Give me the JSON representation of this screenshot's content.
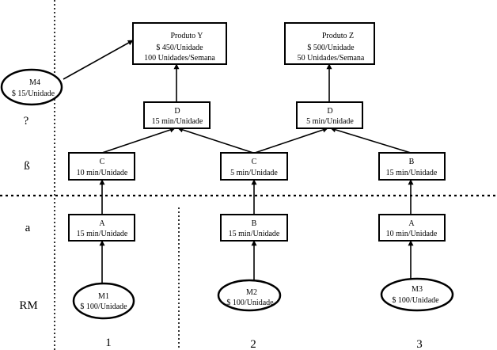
{
  "products": {
    "y": {
      "title": "Produto Y",
      "price": "$ 450/Unidade",
      "demand": "100 Unidades/Semana"
    },
    "z": {
      "title": "Produto Z",
      "price": "$ 500/Unidade",
      "demand": "50 Unidades/Semana"
    }
  },
  "ops": {
    "d1": {
      "name": "D",
      "time": "15 min/Unidade"
    },
    "d2": {
      "name": "D",
      "time": "5 min/Unidade"
    },
    "c1": {
      "name": "C",
      "time": "10 min/Unidade"
    },
    "c2": {
      "name": "C",
      "time": "5 min/Unidade"
    },
    "b3": {
      "name": "B",
      "time": "15 min/Unidade"
    },
    "a1": {
      "name": "A",
      "time": "15 min/Unidade"
    },
    "b2": {
      "name": "B",
      "time": "15 min/Unidade"
    },
    "a3": {
      "name": "A",
      "time": "10 min/Unidade"
    }
  },
  "materials": {
    "m4": {
      "name": "M4",
      "cost": "$ 15/Unidade"
    },
    "m1": {
      "name": "M1",
      "cost": "$ 100/Unidade"
    },
    "m2": {
      "name": "M2",
      "cost": "$ 100/Unidade"
    },
    "m3": {
      "name": "M3",
      "cost": "$ 100/Unidade"
    }
  },
  "levels": {
    "q": "?",
    "beta": "ß",
    "a": "a",
    "rm": "RM"
  },
  "columns": {
    "c1": "1",
    "c2": "2",
    "c3": "3"
  }
}
